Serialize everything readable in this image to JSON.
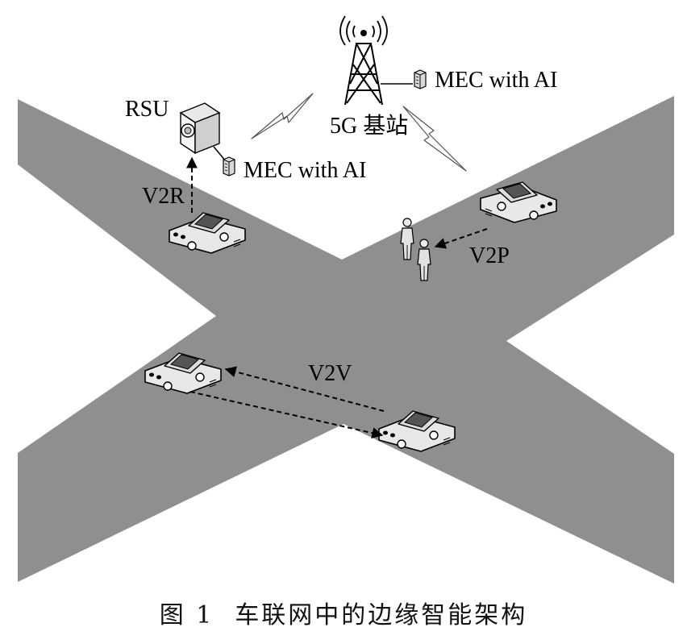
{
  "labels": {
    "tower": "5G 基站",
    "tower_mec": "MEC with AI",
    "rsu": "RSU",
    "rsu_mec": "MEC with AI",
    "v2r": "V2R",
    "v2p": "V2P",
    "v2v": "V2V"
  },
  "caption": {
    "number": "图 1",
    "text": "车联网中的边缘智能架构"
  },
  "colors": {
    "road": "#8f8f8f",
    "background": "#ffffff",
    "car_body": "#e6e6e6",
    "car_roof": "#555555"
  },
  "icons": [
    "cell-tower-icon",
    "server-icon",
    "rsu-icon",
    "car-icon",
    "pedestrian-icon",
    "lightning-icon"
  ]
}
